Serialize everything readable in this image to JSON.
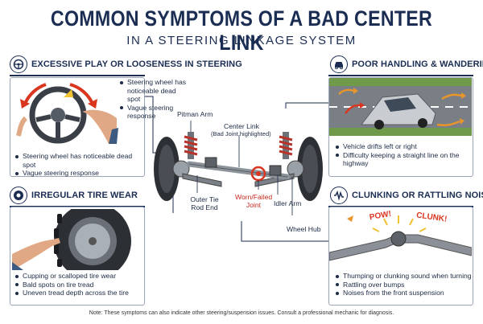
{
  "header": {
    "title": "COMMON SYMPTOMS OF A BAD CENTER LINK",
    "subtitle": "IN A STEERING LINKAGE SYSTEM"
  },
  "panels": {
    "play": {
      "title": "EXCESSIVE PLAY OR LOOSENESS IN STEERING",
      "icon": "steering-wheel-icon",
      "inline_bullets": [
        "Steering wheel has noticeable dead spot",
        "Vague steering response"
      ],
      "bullets": [
        "Steering wheel has noticeable dead spot",
        "Vague steering response"
      ]
    },
    "handling": {
      "title": "POOR HANDLING & WANDERING",
      "icon": "car-icon",
      "bullets": [
        "Vehicle drifts left or right",
        "Difficulty keeping a straight line on the highway"
      ]
    },
    "tire": {
      "title": "IRREGULAR TIRE WEAR",
      "icon": "tire-icon",
      "bullets": [
        "Cupping or scalloped tire wear",
        "Bald spots on tire tread",
        "Uneven tread depth across the tire"
      ]
    },
    "noise": {
      "title": "CLUNKING OR RATTLING NOISES",
      "icon": "sound-wave-icon",
      "sound_words": [
        "POW!",
        "CLUNK!"
      ],
      "bullets": [
        "Thumping or clunking sound when turning",
        "Rattling over bumps",
        "Noises from the front suspension"
      ]
    }
  },
  "diagram": {
    "labels": {
      "pitman_arm": "Pitman Arm",
      "center_link": "Center Link",
      "center_link_sub": "(Bad Joint highlighted)",
      "outer_tie_rod": "Outer Tie Rod End",
      "worn_joint": "Worn/Failed Joint",
      "idler_arm": "Idler Arm",
      "wheel_hub": "Wheel Hub"
    }
  },
  "footer": {
    "note": "Note: These symptoms can also indicate other steering/suspension issues. Consult a professional mechanic for diagnosis."
  },
  "colors": {
    "navy": "#1b2d52",
    "accent_red": "#c42a1e",
    "accent_orange": "#e8952c",
    "panel_border": "#9aa6b8"
  }
}
